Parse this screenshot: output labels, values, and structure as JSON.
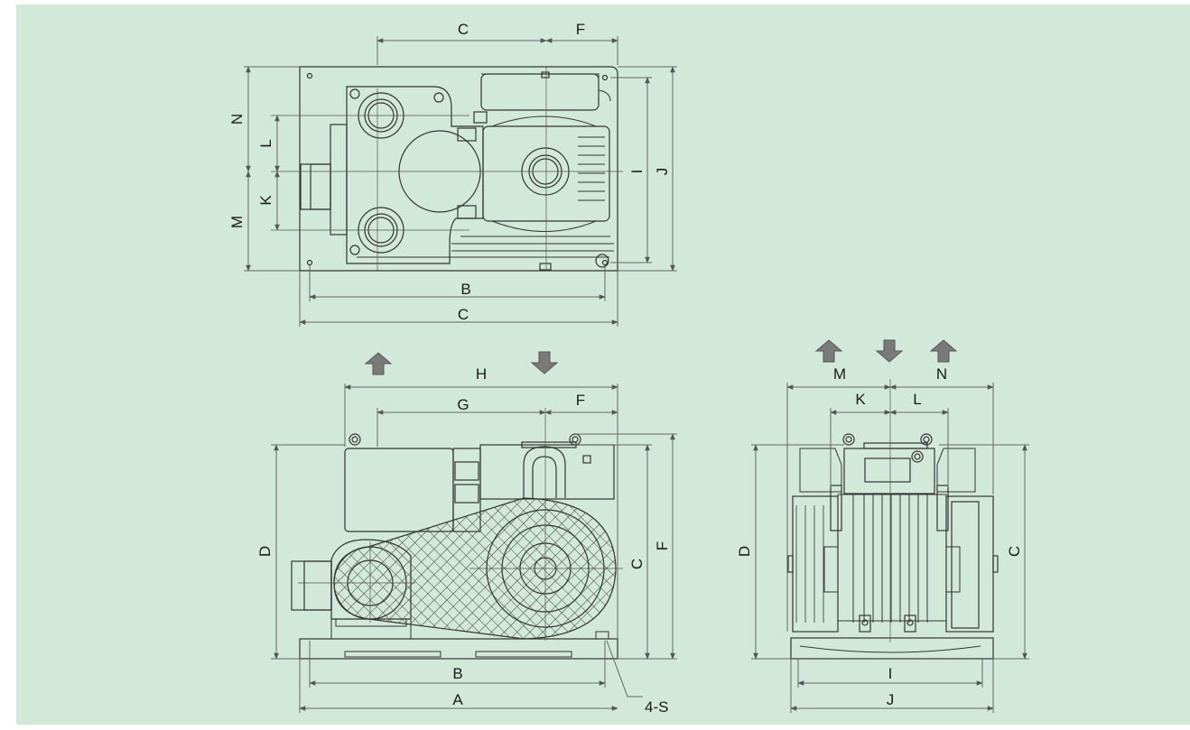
{
  "colors": {
    "background": "#d2e8d9",
    "line": "#333333",
    "dim_line": "#666666",
    "arrow_fill": "#7a7a7a",
    "leader": "#c8c8c8"
  },
  "top_view": {
    "labels": {
      "top_c": "C",
      "top_f": "F",
      "left_n": "N",
      "left_l": "L",
      "left_k": "K",
      "left_m": "M",
      "right_i": "I",
      "right_j": "J",
      "bottom_b": "B",
      "bottom_c": "C"
    }
  },
  "front_view": {
    "labels": {
      "h": "H",
      "g": "G",
      "f_top": "F",
      "d": "D",
      "c": "C",
      "f_side": "F",
      "b": "B",
      "a": "A",
      "bolts": "4-S"
    },
    "arrows": {
      "outlet": "up-arrow-icon",
      "inlet": "down-arrow-icon"
    }
  },
  "side_view": {
    "labels": {
      "m": "M",
      "n": "N",
      "k": "K",
      "l": "L",
      "d": "D",
      "c": "C",
      "i": "I",
      "j": "J"
    },
    "arrows": {
      "outlet_left": "up-arrow-icon",
      "inlet": "down-arrow-icon",
      "outlet_right": "up-arrow-icon"
    }
  }
}
